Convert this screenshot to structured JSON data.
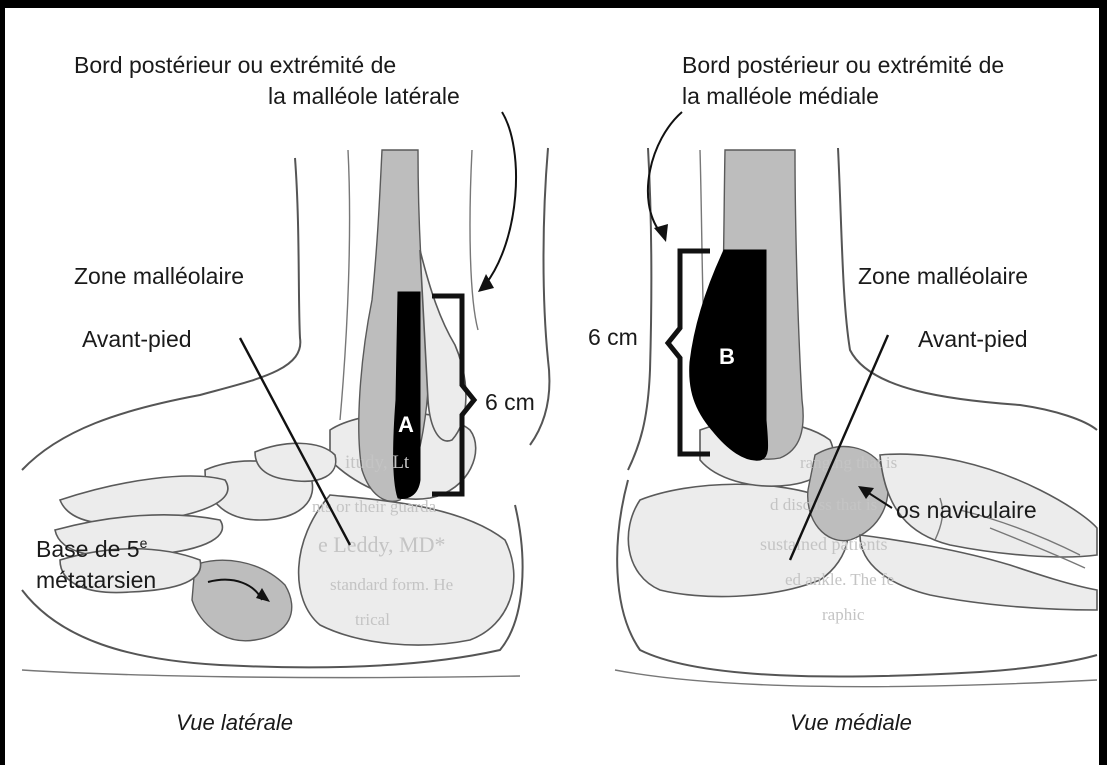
{
  "left_view": {
    "label_malleole": [
      "Bord postérieur ou extrémité de",
      "la malléole latérale"
    ],
    "label_zone": "Zone malléolaire",
    "label_avant_pied": "Avant-pied",
    "label_base": "Base de 5",
    "label_base_sup": "e",
    "label_base_2": "métatarsien",
    "measure": "6 cm",
    "zone_letter": "A",
    "caption": "Vue latérale",
    "ghost_text": [
      "itudy, Lt",
      "nts or their guarda",
      "e Leddy, MD*",
      "standard form. He",
      "trical"
    ]
  },
  "right_view": {
    "label_malleole": [
      "Bord postérieur ou extrémité de",
      "la malléole médiale"
    ],
    "label_zone": "Zone malléolaire",
    "label_avant_pied": "Avant-pied",
    "label_naviculaire": "os naviculaire",
    "measure": "6 cm",
    "zone_letter": "B",
    "caption": "Vue médiale",
    "ghost_text": [
      "ranging that is",
      "d discuss that is",
      "sustained patients",
      "ed ankle. The fe",
      "raphic"
    ]
  }
}
